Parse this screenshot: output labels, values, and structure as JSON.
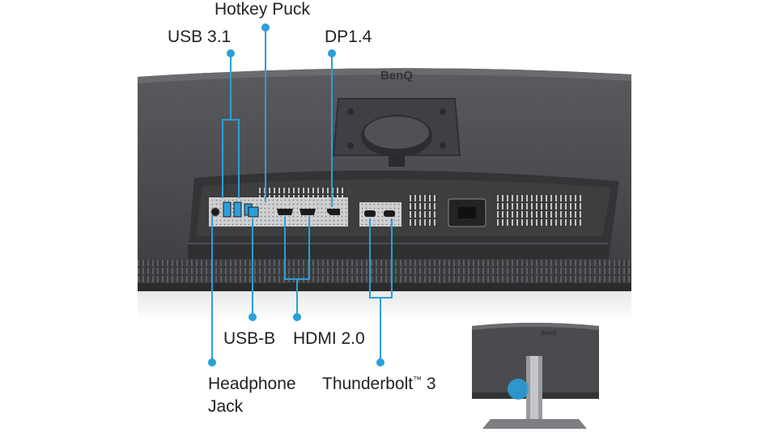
{
  "brand": {
    "logo_text": "BenQ"
  },
  "labels": {
    "hotkey_puck": "Hotkey Puck",
    "usb31": "USB 3.1",
    "dp14": "DP1.4",
    "usbb": "USB-B",
    "hdmi20": "HDMI 2.0",
    "headphone_line1": "Headphone",
    "headphone_line2": "Jack",
    "thunderbolt_main": "Thunderbolt",
    "thunderbolt_tm": "™",
    "thunderbolt_num": " 3"
  },
  "colors": {
    "callout": "#2a9fd8",
    "monitor_body": "#4a4b4d",
    "monitor_dark": "#2f3032",
    "port_panel": "#c9cacc",
    "text": "#222222"
  }
}
